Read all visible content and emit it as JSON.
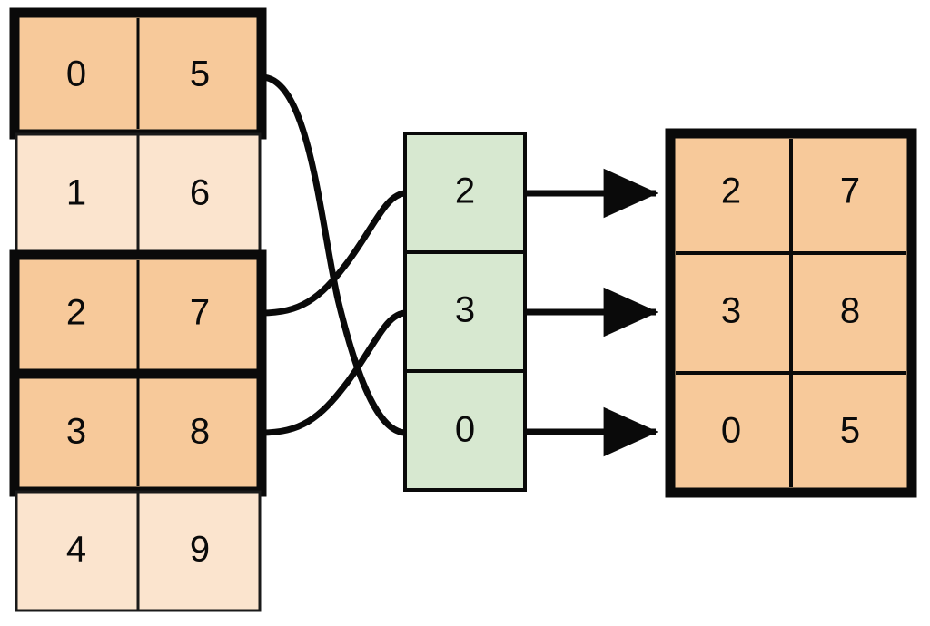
{
  "diagram": {
    "title": "Array indexing / gather operation diagram",
    "colors": {
      "highlight_orange": "#F7C99A",
      "plain_orange": "#FBE4CE",
      "index_green": "#D7E8D0",
      "stroke_dark": "#0a0a0a",
      "stroke_thin": "#2b2b2b",
      "background": "#FFFFFF"
    },
    "source_table": {
      "label": "source-table",
      "columns": 2,
      "rows": [
        {
          "cells": [
            "0",
            "5"
          ],
          "selected": true
        },
        {
          "cells": [
            "1",
            "6"
          ],
          "selected": false
        },
        {
          "cells": [
            "2",
            "7"
          ],
          "selected": true
        },
        {
          "cells": [
            "3",
            "8"
          ],
          "selected": true
        },
        {
          "cells": [
            "4",
            "9"
          ],
          "selected": false
        }
      ]
    },
    "index_column": {
      "label": "index-column",
      "cells": [
        "2",
        "3",
        "0"
      ]
    },
    "result_table": {
      "label": "result-table",
      "columns": 2,
      "rows": [
        {
          "cells": [
            "2",
            "7"
          ]
        },
        {
          "cells": [
            "3",
            "8"
          ]
        },
        {
          "cells": [
            "0",
            "5"
          ]
        }
      ]
    },
    "connectors": [
      {
        "name": "connector-row0-to-index2",
        "from_row": 0,
        "to_index_cell": 2
      },
      {
        "name": "connector-row2-to-index0",
        "from_row": 2,
        "to_index_cell": 0
      },
      {
        "name": "connector-row3-to-index1",
        "from_row": 3,
        "to_index_cell": 1
      }
    ],
    "arrows": [
      {
        "name": "arrow-index0-to-result0",
        "from_index_cell": 0,
        "to_result_row": 0
      },
      {
        "name": "arrow-index1-to-result1",
        "from_index_cell": 1,
        "to_result_row": 1
      },
      {
        "name": "arrow-index2-to-result2",
        "from_index_cell": 2,
        "to_result_row": 2
      }
    ]
  }
}
